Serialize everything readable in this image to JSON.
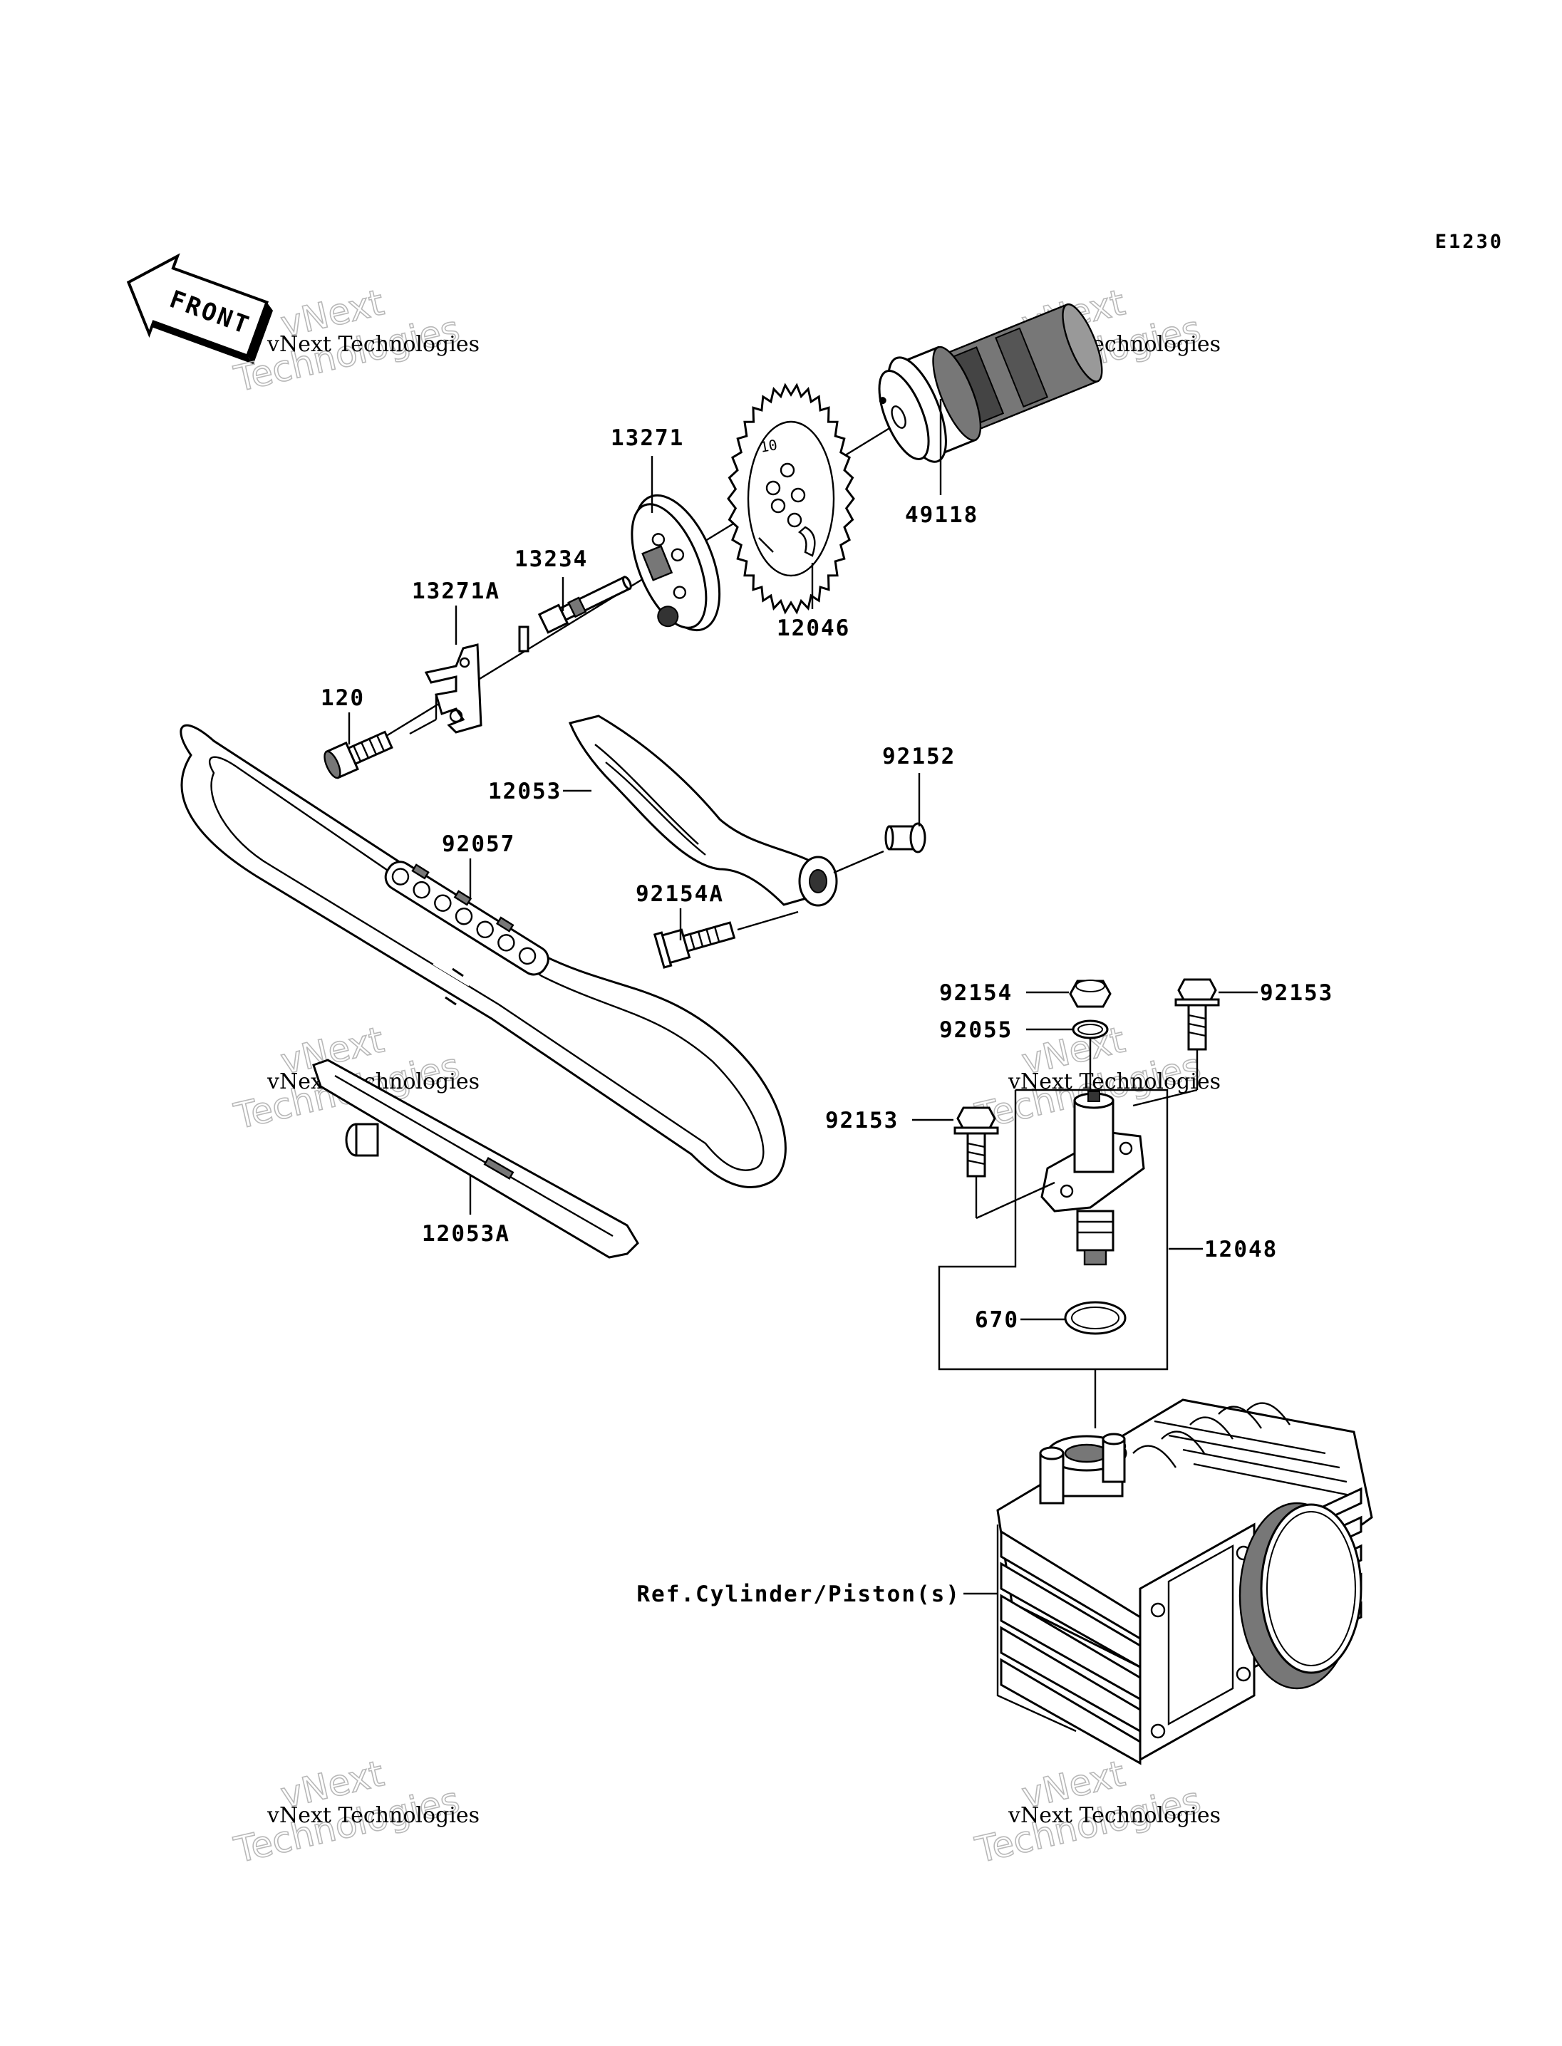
{
  "diagram": {
    "figure_code": "E1230",
    "front_label": "FRONT",
    "watermark": {
      "company": "vNext Technologies",
      "brand_top": "vNext",
      "brand_bottom": "Technologies"
    },
    "parts": [
      {
        "id": "13271",
        "label": "13271"
      },
      {
        "id": "49118",
        "label": "49118"
      },
      {
        "id": "13234",
        "label": "13234"
      },
      {
        "id": "13271A",
        "label": "13271A"
      },
      {
        "id": "12046",
        "label": "12046"
      },
      {
        "id": "120",
        "label": "120"
      },
      {
        "id": "92152",
        "label": "92152"
      },
      {
        "id": "12053",
        "label": "12053"
      },
      {
        "id": "92057",
        "label": "92057"
      },
      {
        "id": "92154A",
        "label": "92154A"
      },
      {
        "id": "92154",
        "label": "92154"
      },
      {
        "id": "92153-right",
        "label": "92153"
      },
      {
        "id": "92055",
        "label": "92055"
      },
      {
        "id": "92153-left",
        "label": "92153"
      },
      {
        "id": "12048",
        "label": "12048"
      },
      {
        "id": "12053A",
        "label": "12053A"
      },
      {
        "id": "670",
        "label": "670"
      },
      {
        "id": "ref-cylinder",
        "label": "Ref.Cylinder/Piston(s)"
      }
    ]
  }
}
